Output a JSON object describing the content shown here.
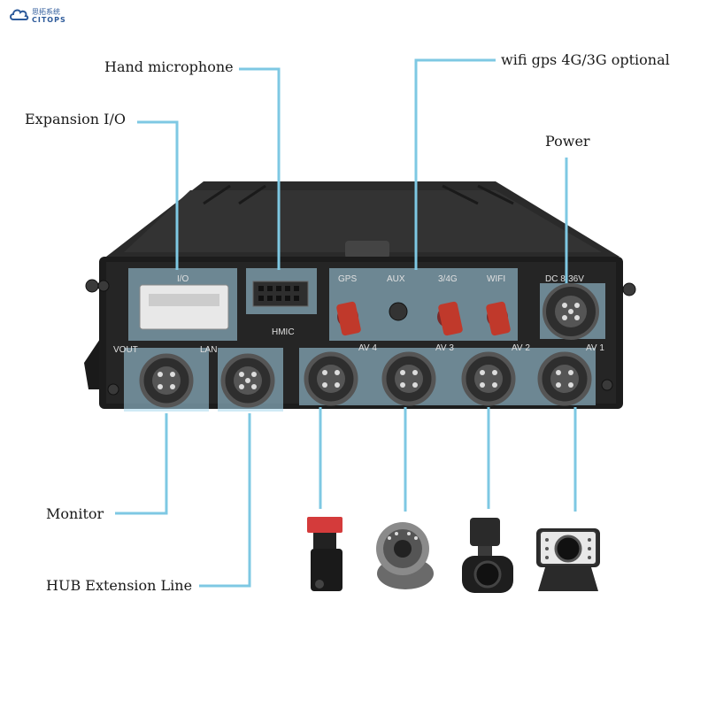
{
  "brand": {
    "name_cn": "思拓系统",
    "name_en": "CITOPS"
  },
  "callouts": {
    "hand_microphone": "Hand microphone",
    "expansion_io": "Expansion I/O",
    "wifi_gps": "wifi gps 4G/3G optional",
    "power": "Power",
    "monitor": "Monitor",
    "hub_extension": "HUB Extension Line"
  },
  "panel_labels": {
    "io": "I/O",
    "hmic": "HMIC",
    "gps": "GPS",
    "aux": "AUX",
    "lte": "3/4G",
    "wifi": "WIFI",
    "power": "DC 8-36V",
    "vout": "VOUT",
    "lan": "LAN",
    "av4": "AV 4",
    "av3": "AV 3",
    "av2": "AV 2",
    "av1": "AV 1"
  },
  "colors": {
    "leader_line": "#7ec8e3",
    "highlight_fill": "#a9d8ee",
    "device_body": "#1c1c1c",
    "antenna": "#c0392b"
  }
}
